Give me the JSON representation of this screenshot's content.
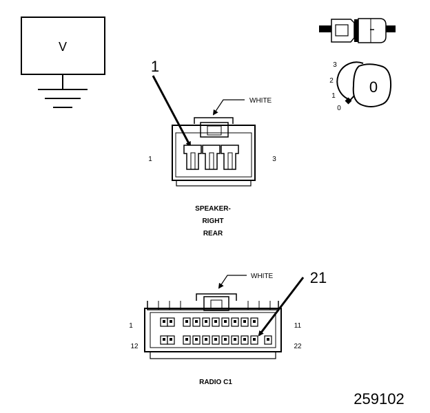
{
  "meter": {
    "mode_label": "V",
    "dial_positions": [
      "3",
      "2",
      "1",
      "0"
    ],
    "knob_value": "0"
  },
  "speaker_connector": {
    "pointer_number": "1",
    "color_label": "WHITE",
    "pin_first": "1",
    "pin_last": "3",
    "name_lines": [
      "SPEAKER-",
      "RIGHT",
      "REAR"
    ]
  },
  "radio_connector": {
    "pointer_number": "21",
    "color_label": "WHITE",
    "row1_first": "1",
    "row1_last": "11",
    "row2_first": "12",
    "row2_last": "22",
    "name": "RADIO C1"
  },
  "figure_number": "259102"
}
